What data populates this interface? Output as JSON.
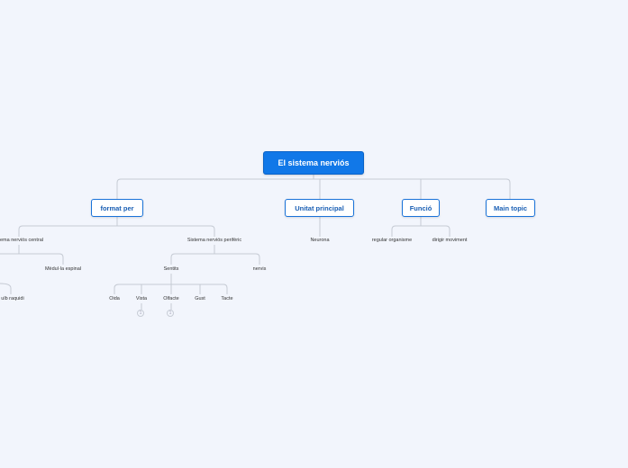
{
  "root": {
    "label": "El sistema nerviós"
  },
  "topics": {
    "format": "format per",
    "unitat": "Unitat principal",
    "funcio": "Funció",
    "main": "Main topic"
  },
  "subtopics": {
    "snc": "ema nerviós central",
    "snp": "Sistema nerviós perifèric",
    "medul": "Mèdul·la espinal",
    "bulb": "ulb raquidi",
    "sentits": "Sentits",
    "nervis": "nervis",
    "oida": "Oida",
    "vista": "Vista",
    "olfacte": "Olfacte",
    "gust": "Gust",
    "tacte": "Tacte",
    "neurona": "Neurona",
    "regular": "regular organisme",
    "dirigir": "dirigir moviment"
  },
  "badges": {
    "vista": "1",
    "olfacte": "1"
  },
  "colors": {
    "root_bg": "#1178e8",
    "topic_border": "#1a73d9",
    "connector": "#c5cad3",
    "background": "#f2f5fc"
  }
}
